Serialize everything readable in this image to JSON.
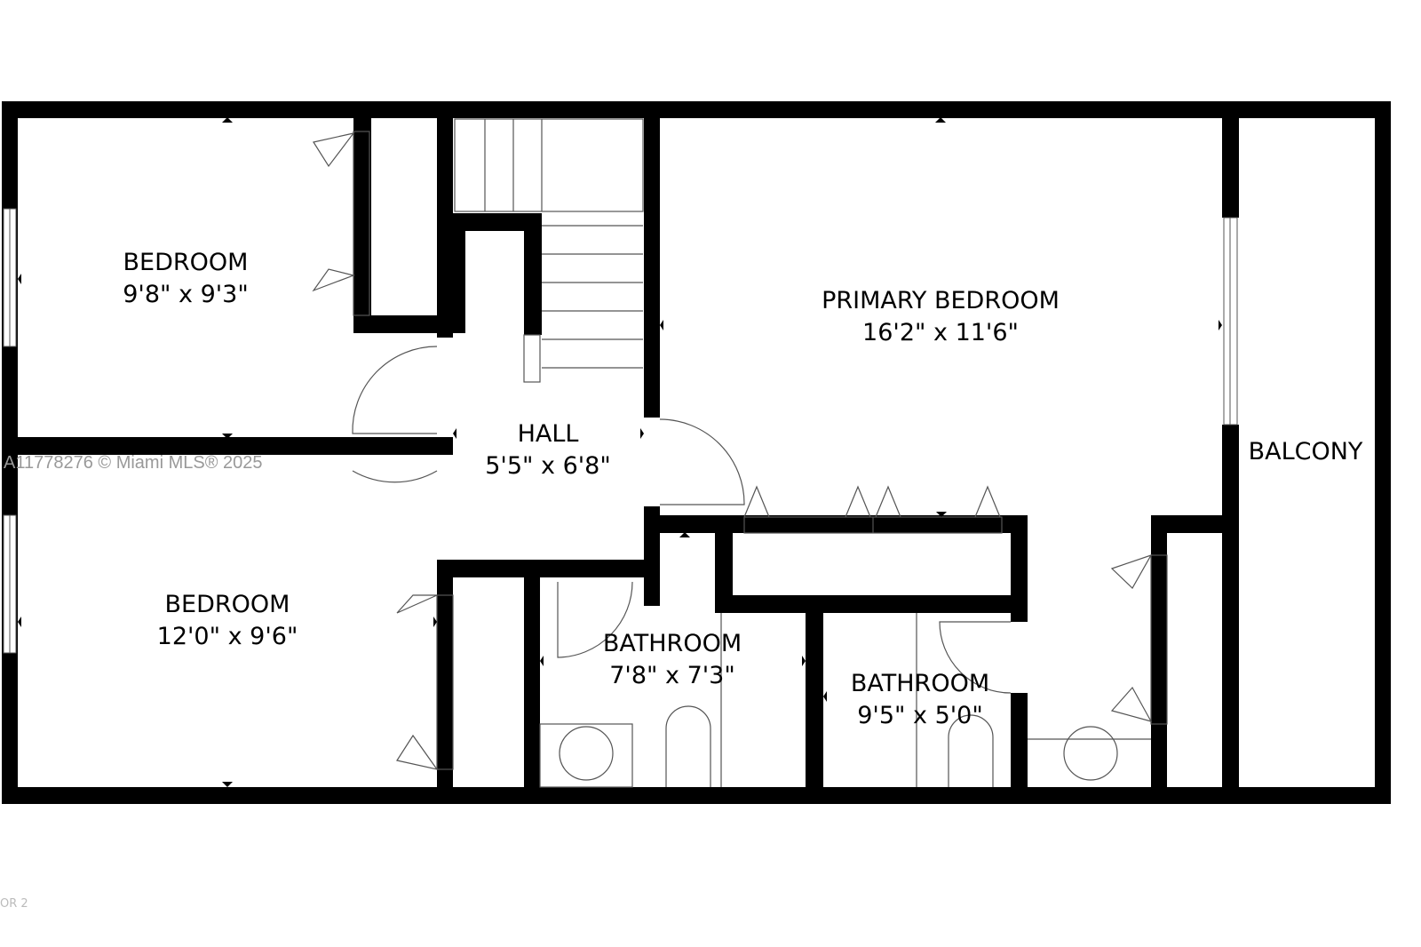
{
  "rooms": [
    {
      "name": "BEDROOM",
      "size": "9'8\" x 9'3\""
    },
    {
      "name": "BEDROOM",
      "size": "12'0\" x 9'6\""
    },
    {
      "name": "HALL",
      "size": "5'5\" x 6'8\""
    },
    {
      "name": "PRIMARY BEDROOM",
      "size": "16'2\" x 11'6\""
    },
    {
      "name": "BATHROOM",
      "size": "7'8\" x 7'3\""
    },
    {
      "name": "BATHROOM",
      "size": "9'5\" x 5'0\""
    },
    {
      "name": "BALCONY",
      "size": ""
    }
  ],
  "watermark": "A11778276 © Miami MLS® 2025",
  "floor_label": "OR 2",
  "colors": {
    "wall": "#000000",
    "background": "#ffffff",
    "watermark": "#999999"
  }
}
